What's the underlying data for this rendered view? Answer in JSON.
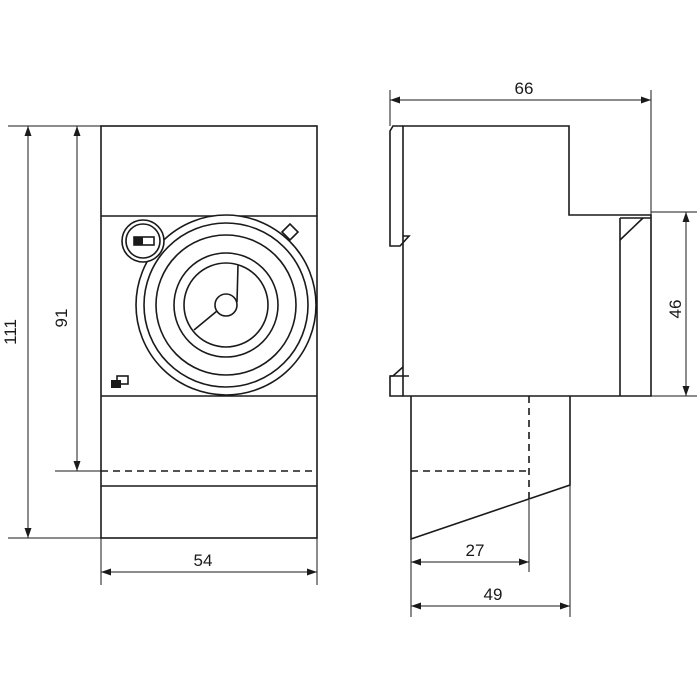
{
  "dimensions": {
    "front_total_height": "111",
    "front_upper_height": "91",
    "front_width": "54",
    "side_depth": "66",
    "side_right_height": "46",
    "side_bottom_inner": "27",
    "side_bottom_outer": "49"
  },
  "colors": {
    "line": "#1a1a1a",
    "background": "#ffffff"
  }
}
